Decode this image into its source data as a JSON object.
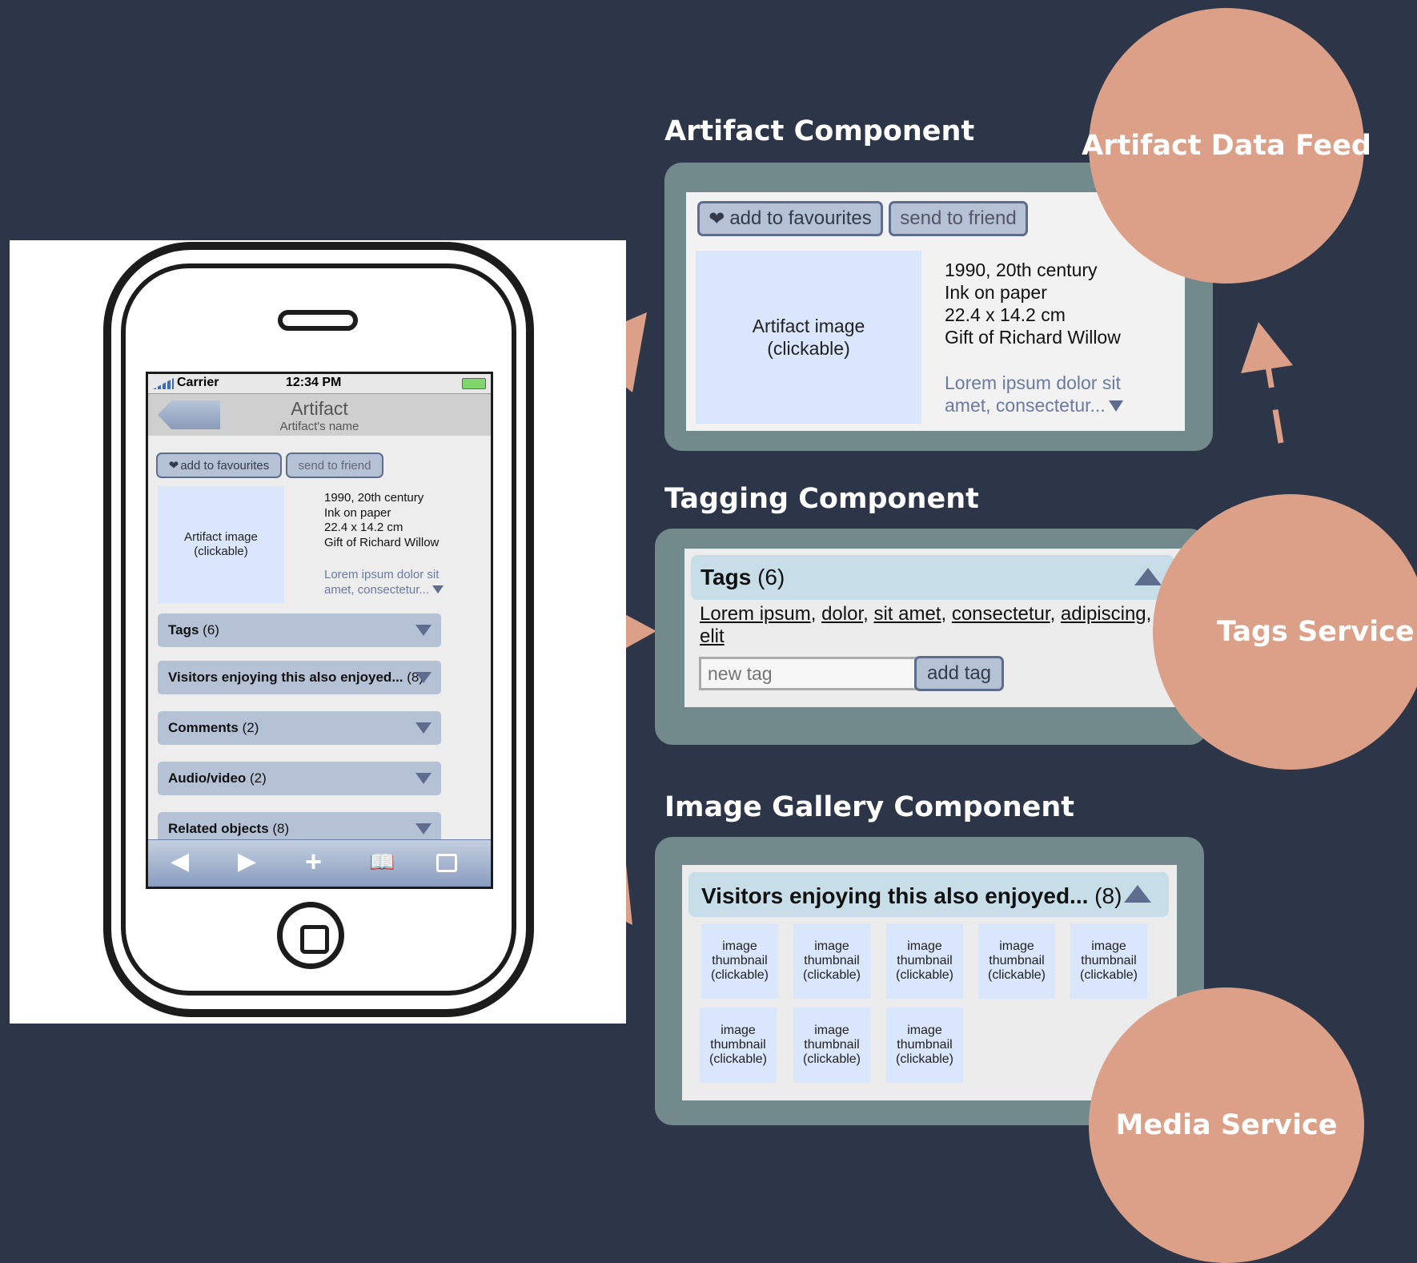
{
  "phone": {
    "status": {
      "carrier": "Carrier",
      "time": "12:34 PM"
    },
    "nav": {
      "title": "Artifact",
      "subtitle": "Artifact's name"
    },
    "buttons": {
      "fav": "add to favourites",
      "send": "send to friend"
    },
    "image_label": "Artifact image\n(clickable)",
    "meta": "1990, 20th century\nInk on paper\n22.4 x 14.2 cm\nGift of Richard Willow",
    "lorem": "Lorem ipsum dolor sit amet, consectetur...",
    "rows": [
      {
        "label": "Tags",
        "count": "(6)"
      },
      {
        "label": "Visitors enjoying this also enjoyed...",
        "count": "(8)"
      },
      {
        "label": "Comments",
        "count": "(2)"
      },
      {
        "label": "Audio/video",
        "count": "(2)"
      },
      {
        "label": "Related objects",
        "count": "(8)"
      }
    ],
    "toolbar_icons": [
      "back-icon",
      "forward-icon",
      "add-icon",
      "bookmarks-icon",
      "pages-icon"
    ]
  },
  "artifact_component": {
    "title": "Artifact Component",
    "fav": "add to favourites",
    "send": "send to friend",
    "image_label": "Artifact image\n(clickable)",
    "meta": "1990, 20th century\nInk on paper\n22.4 x 14.2 cm\nGift of Richard Willow",
    "lorem_line1": "Lorem ipsum dolor sit",
    "lorem_line2": "amet, consectetur..."
  },
  "tagging_component": {
    "title": "Tagging Component",
    "header_label": "Tags",
    "header_count": "(6)",
    "tags": [
      "Lorem ipsum",
      "dolor",
      "sit amet",
      "consectetur",
      "adipiscing",
      "elit"
    ],
    "input_placeholder": "new tag",
    "add_button": "add tag"
  },
  "gallery_component": {
    "title": "Image Gallery Component",
    "header_label": "Visitors enjoying this also enjoyed...",
    "header_count": "(8)",
    "thumb_label": "image\nthumbnail\n(clickable)",
    "thumb_count": 8
  },
  "services": {
    "artifact_feed": "Artifact Data Feed",
    "tags": "Tags Service",
    "media": "Media Service"
  },
  "colors": {
    "background": "#2d3648",
    "accent": "#dca089",
    "frame": "#738a8c",
    "button": "#b5c2d6"
  }
}
